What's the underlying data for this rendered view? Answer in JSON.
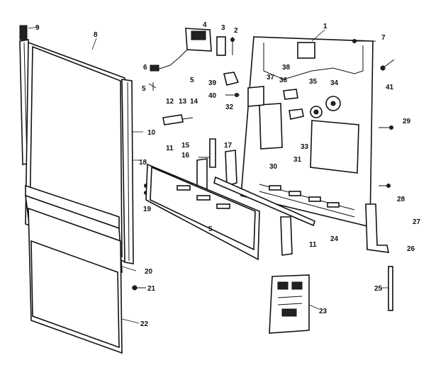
{
  "callouts": {
    "c1": "1",
    "c2": "2",
    "c3": "3",
    "c4": "4",
    "c5a": "5",
    "c5b": "5",
    "c5c": "5",
    "c6": "6",
    "c7": "7",
    "c8": "8",
    "c9": "9",
    "c10": "10",
    "c11a": "11",
    "c11b": "11",
    "c12": "12",
    "c13": "13",
    "c14": "14",
    "c15": "15",
    "c16": "16",
    "c17": "17",
    "c18": "18",
    "c19": "19",
    "c20": "20",
    "c21": "21",
    "c22": "22",
    "c23": "23",
    "c24": "24",
    "c25": "25",
    "c26": "26",
    "c27": "27",
    "c28": "28",
    "c29": "29",
    "c30": "30",
    "c31": "31",
    "c32": "32",
    "c33": "33",
    "c34": "34",
    "c35": "35",
    "c36": "36",
    "c37": "37",
    "c38": "38",
    "c39": "39",
    "c40": "40",
    "c41": "41"
  }
}
